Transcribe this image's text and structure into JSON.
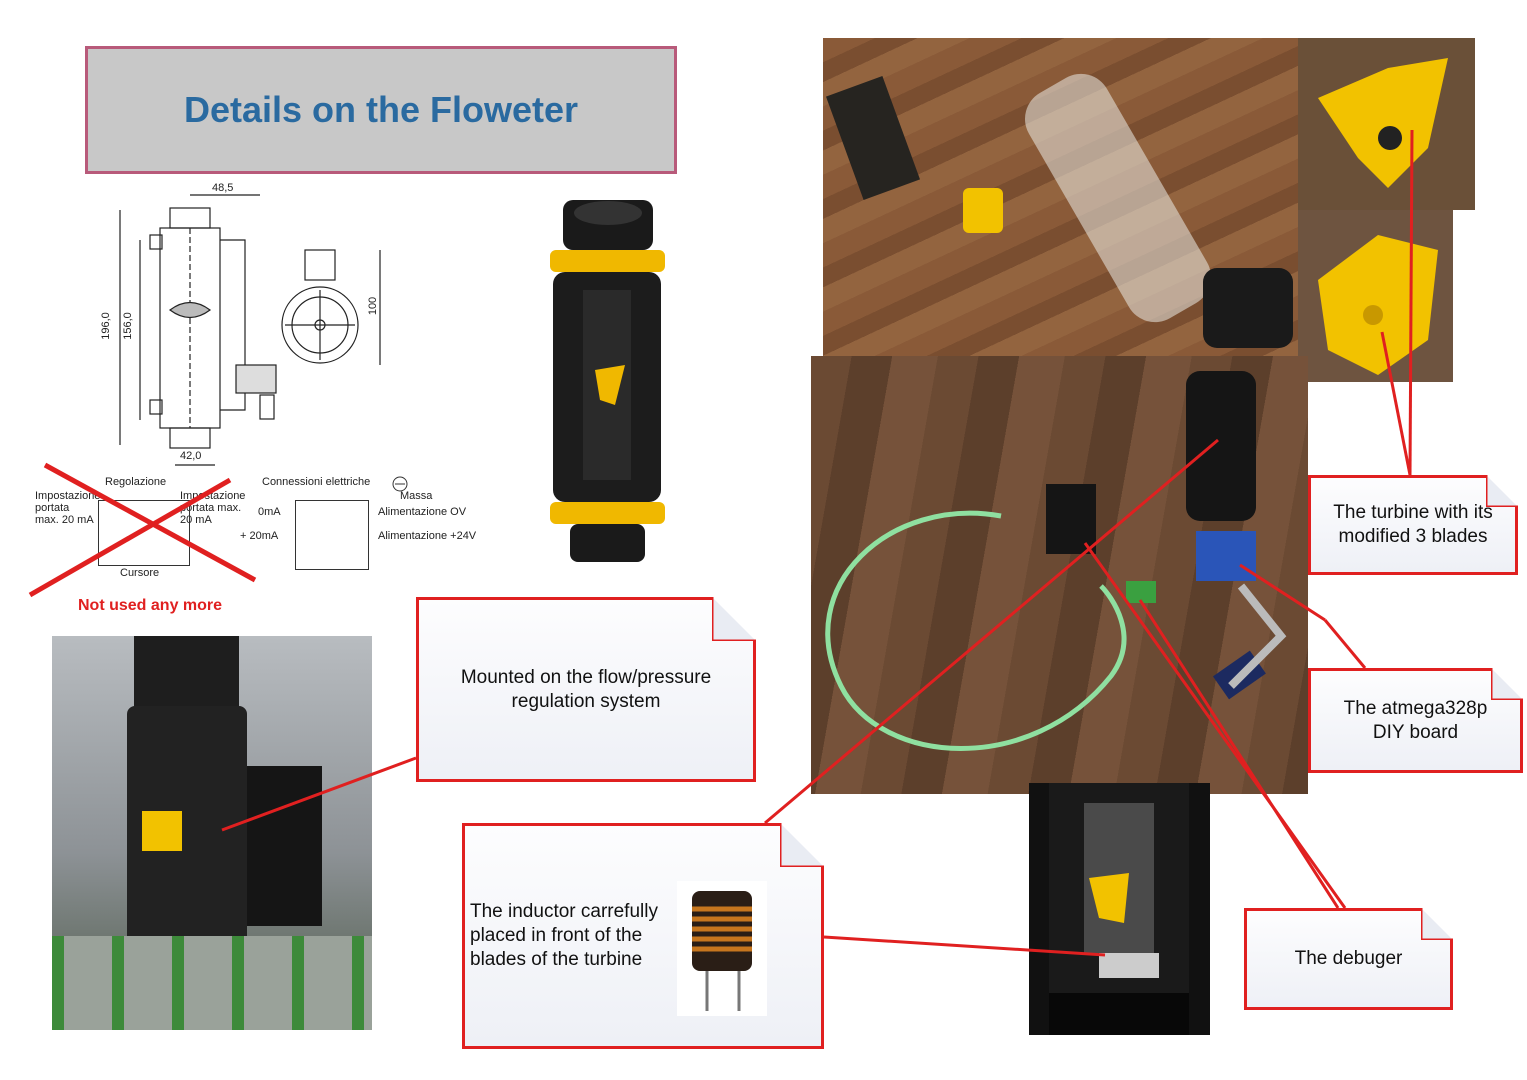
{
  "title": "Details on the Floweter",
  "drawing": {
    "dim_top": "48,5",
    "dim_bottom": "42,0",
    "dim_height_outer": "196,0",
    "dim_height_inner": "156,0",
    "dim_side": "100",
    "regolazione": "Regolazione",
    "impostazione_left": "Impostazione\nportata\nmax. 20 mA",
    "impostazione_right": "Impostazione\nportata max.\n20 mA",
    "cursore": "Cursore",
    "connessioni": "Connessioni elettriche",
    "massa": "Massa",
    "zero_ma": "0mA",
    "twenty_ma": "+ 20mA",
    "alim_0v": "Alimentazione OV",
    "alim_24v": "Alimentazione +24V"
  },
  "not_used": "Not used any more",
  "notes": {
    "mounted": "Mounted on the flow/pressure regulation system",
    "turbine": "The turbine with its modified 3 blades",
    "atmega": "The atmega328p DIY board",
    "debuger": "The debuger",
    "inductor": "The inductor carrefully placed in front of the blades of the turbine"
  },
  "colors": {
    "title_text": "#2a6aa0",
    "title_border": "#b85a7a",
    "title_bg": "#c8c8c8",
    "accent_red": "#e02020",
    "wood": "#7a5236",
    "turbine_yellow": "#f2c200"
  }
}
